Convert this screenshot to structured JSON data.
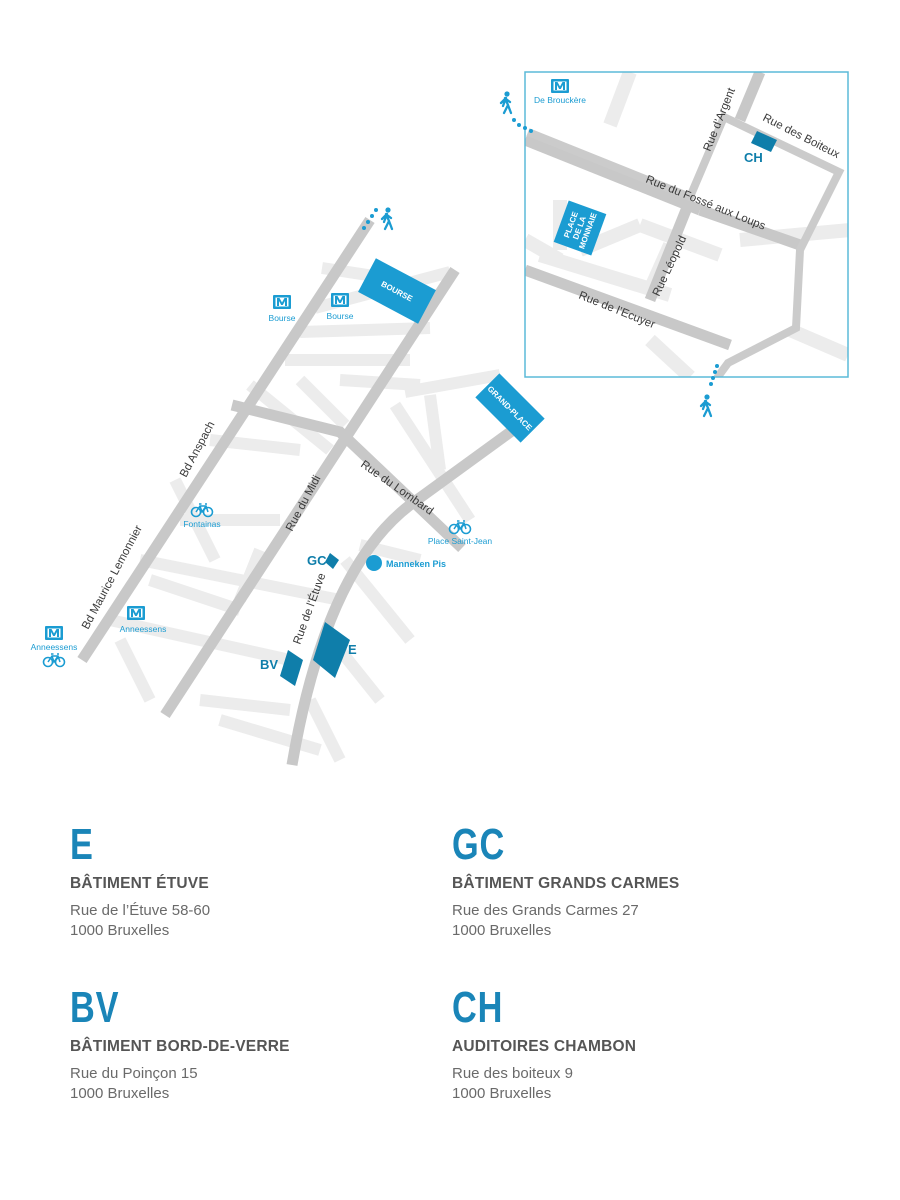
{
  "streets": {
    "bd_anspach": "Bd Anspach",
    "bd_lemonnier": "Bd Maurice Lemonnier",
    "rue_du_midi": "Rue du Midi",
    "rue_du_lombard": "Rue du Lombard",
    "rue_de_letuve": "Rue de l’Étuve",
    "rue_dargent": "Rue d’Argent",
    "rue_des_boiteux": "Rue des Boiteux",
    "rue_fosse_aux_loups": "Rue du Fossé aux Loups",
    "rue_leopold": "Rue Léopold",
    "rue_de_lecuyer": "Rue de l’Ecuyer"
  },
  "places": {
    "bourse": "BOURSE",
    "grand_place": "GRAND-PLACE",
    "place_monnaie_1": "PLACE",
    "place_monnaie_2": "DE LA",
    "place_monnaie_3": "MONNAIE"
  },
  "pois": {
    "bourse_metro_1": "Bourse",
    "bourse_metro_2": "Bourse",
    "fontainas": "Fontainas",
    "place_saint_jean": "Place Saint-Jean",
    "manneken_pis": "Manneken Pis",
    "anneessens_1": "Anneessens",
    "anneessens_2": "Anneessens",
    "de_brouckere": "De Brouckère",
    "metro_letter": "M"
  },
  "map_codes": {
    "e": "E",
    "gc": "GC",
    "bv": "BV",
    "ch": "CH"
  },
  "colors": {
    "building": "#0f7eaa",
    "accent": "#1b9cd2",
    "road_major": "#c8c8c8",
    "road_minor": "#ececec",
    "inset_border": "#5bbad8"
  },
  "icons": [
    "walking-icon",
    "metro-icon",
    "bike-icon",
    "manneken-pis-dot-icon"
  ],
  "legend": [
    {
      "code": "E",
      "title": "BÂTIMENT ÉTUVE",
      "address1": "Rue de l’Étuve 58-60",
      "address2": "1000 Bruxelles"
    },
    {
      "code": "GC",
      "title": "BÂTIMENT GRANDS CARMES",
      "address1": "Rue des Grands Carmes 27",
      "address2": "1000 Bruxelles"
    },
    {
      "code": "BV",
      "title": "BÂTIMENT BORD-DE-VERRE",
      "address1": "Rue du Poinçon 15",
      "address2": "1000 Bruxelles"
    },
    {
      "code": "CH",
      "title": "AUDITOIRES CHAMBON",
      "address1": "Rue des boiteux 9",
      "address2": "1000 Bruxelles"
    }
  ]
}
